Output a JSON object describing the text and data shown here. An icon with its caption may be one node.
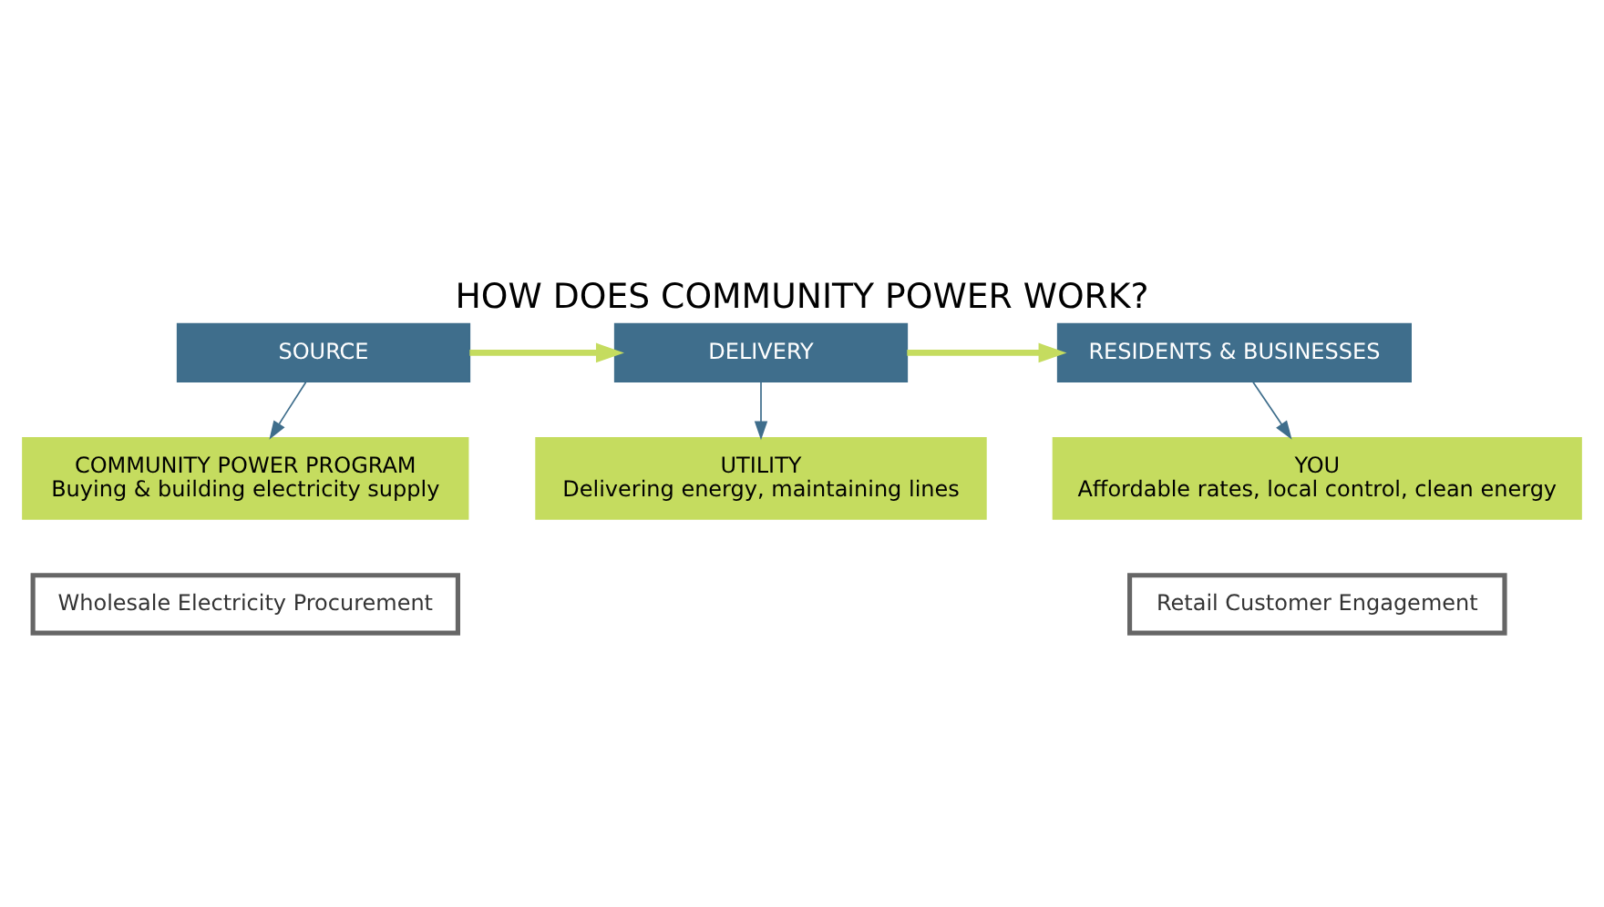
{
  "diagram": {
    "title": "HOW DOES COMMUNITY POWER WORK?",
    "nodes": [
      {
        "text": [
          "SOURCE"
        ]
      },
      {
        "text": [
          "DELIVERY"
        ]
      },
      {
        "text": [
          "RESIDENTS & BUSINESSES"
        ]
      },
      {
        "text": [
          "COMMUNITY POWER PROGRAM",
          "Buying & building electricity supply"
        ]
      },
      {
        "text": [
          "UTILITY",
          "Delivering energy, maintaining lines"
        ]
      },
      {
        "text": [
          "YOU",
          "Affordable rates, local control, clean energy"
        ]
      },
      {
        "text": [
          "Wholesale Electricity Procurement"
        ]
      },
      {
        "text": [
          "Retail Customer Engagement"
        ]
      }
    ],
    "edges": [
      {
        "from": 0,
        "to": 1,
        "arrow": "to",
        "style": "thick",
        "color": "#c5dc5f"
      },
      {
        "from": 1,
        "to": 2,
        "arrow": "to",
        "style": "thick",
        "color": "#c5dc5f"
      },
      {
        "from": 0,
        "to": 3,
        "arrow": "to",
        "color": "#3f6e8c"
      },
      {
        "from": 1,
        "to": 4,
        "arrow": "to",
        "color": "#3f6e8c"
      },
      {
        "from": 2,
        "to": 5,
        "arrow": "to",
        "color": "#3f6e8c"
      }
    ]
  }
}
